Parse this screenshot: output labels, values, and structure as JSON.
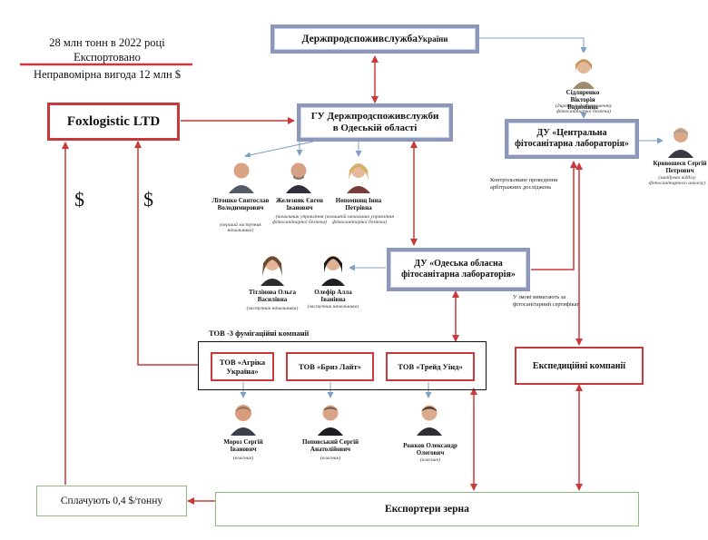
{
  "top_left": {
    "line1": "28 млн тонн в 2022 році",
    "line2": "Експортовано",
    "line3": "Неправомірна вигода 12 млн $"
  },
  "nodes": {
    "derzh_ukr_main": "Держпродспоживслужба",
    "derzh_ukr_suffix": " України",
    "gu_odesa": "ГУ Держпродспоживслужби в Одеській області",
    "foxlogistic": "Foxlogistic LTD",
    "du_central": "ДУ «Центральна фітосанітарна лабораторія»",
    "du_odesa": "ДУ «Одеська обласна фітосанітарна лабораторія»",
    "fumig_title": "ТОВ -3 фумігаційні компанії",
    "agrica": "ТОВ «Агріка Україна»",
    "briz": "ТОВ «Бриз Лайт»",
    "treid": "ТОВ «Трейд Уінд»",
    "expedition": "Експедиційні компанії",
    "exporters": "Експортери зерна",
    "pay": "Сплачують 0,4 $/тонну"
  },
  "dollars": [
    "$",
    "$"
  ],
  "notes": {
    "arbitration": "Контрольоване проведення арбітражних досліджень",
    "certificate": "У змові вимагають за фітосанітарний сертифікат"
  },
  "people": {
    "sidlyarenko": {
      "name": "Сідляренко Вікторія Вадимівна",
      "role": "(директор департаменту фітосанітарної безпеки)"
    },
    "kryvosheiev": {
      "name": "Кривошеєв Сергій Петрович",
      "role": "(завідувач відділу фітосанітарного аналізу)"
    },
    "litoshko": {
      "name": "Літошко Святослав Володимирович",
      "role": "(перший заступник начальника)"
    },
    "zhelezniak": {
      "name": "Железняк Євген Іванович",
      "role": "(начальник управління фітосанітарної безпеки)"
    },
    "nepomnyashcha": {
      "name": "Непомнящ Інна Петрівна",
      "role": "(колишній начальник управління фітосанітарної безпеки)"
    },
    "titlinova": {
      "name": "Тітлінова Ольга Василівна",
      "role": "(заступник начальника)"
    },
    "olefir": {
      "name": "Олефір Алла Іванівна",
      "role": "(заступник начальника)"
    },
    "moroz": {
      "name": "Мороз Сергій Іванович",
      "role": "(власник)"
    },
    "popovskyi": {
      "name": "Поповський Сергій Анатолійович",
      "role": "(власник)"
    },
    "rozhkov": {
      "name": "Рожков Олександр Олегович",
      "role": "(власник)"
    }
  },
  "colors": {
    "red": "#c9383a",
    "blue_line": "#7ea0c4",
    "blue_border": "#8d97b9",
    "green_border": "#8fb980"
  }
}
